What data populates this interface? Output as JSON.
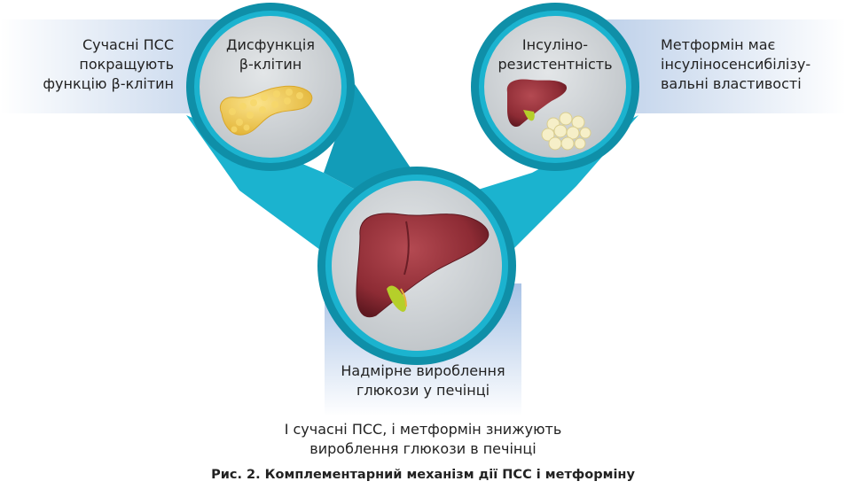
{
  "left_note": {
    "line1": "Сучасні ПСС",
    "line2": "покращують",
    "line3": "функцію β-клітин"
  },
  "right_note": {
    "line1": "Метформін має",
    "line2": "інсуліносенсибілізу-",
    "line3": "вальні властивості"
  },
  "circle_left": {
    "line1": "Дисфункція",
    "line2": "β-клітин",
    "image": "pancreas-illustration"
  },
  "circle_right": {
    "line1": "Інсуліно-",
    "line2": "резистентність",
    "image": "liver-and-fat-cells-illustration"
  },
  "circle_center": {
    "line1": "Надмірне вироблення",
    "line2": "глюкози у печінці",
    "image": "liver-illustration"
  },
  "summary": {
    "line1": "І сучасні ПСС, і метформін знижують",
    "line2": "вироблення глюкози в печінці"
  },
  "caption": "Рис. 2. Комплементарний механізм дії ПСС і метформіну",
  "colors": {
    "ring": "#1bb3cf",
    "ring_dark": "#0f8fa8",
    "circle_fill": "#d0d4d7",
    "band": "#b9cde8",
    "liver": "#8d2b34",
    "pancreas": "#f2c94c",
    "gallbladder": "#b5cf2a"
  }
}
